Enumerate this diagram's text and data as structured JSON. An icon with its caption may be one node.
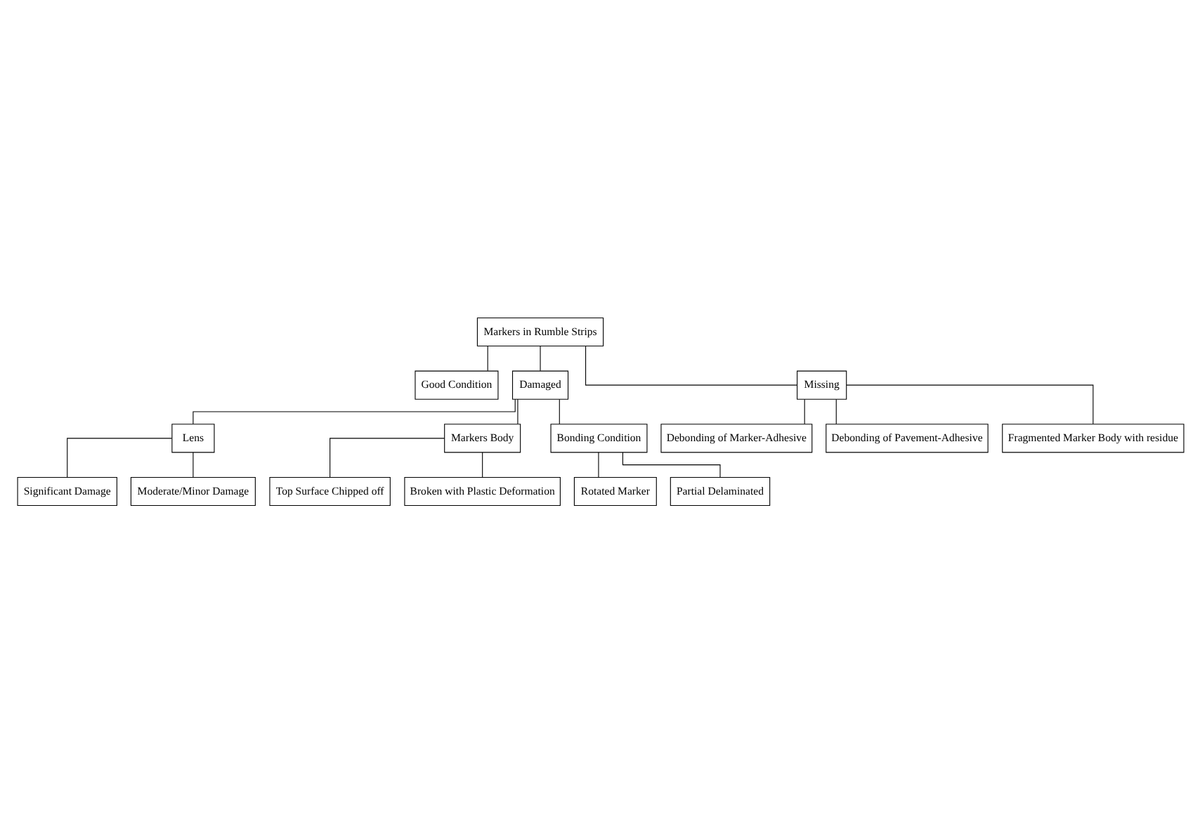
{
  "diagram": {
    "nodes": [
      {
        "text": [
          "Markers in Rumble Strips"
        ]
      },
      {
        "text": [
          "Good Condition"
        ]
      },
      {
        "text": [
          "Damaged"
        ]
      },
      {
        "text": [
          "Missing"
        ]
      },
      {
        "text": [
          "Lens"
        ]
      },
      {
        "text": [
          "Markers Body"
        ]
      },
      {
        "text": [
          "Bonding Condition"
        ]
      },
      {
        "text": [
          "Significant Damage"
        ]
      },
      {
        "text": [
          "Moderate/Minor Damage"
        ]
      },
      {
        "text": [
          "Top Surface Chipped off"
        ]
      },
      {
        "text": [
          "Broken with Plastic Deformation"
        ]
      },
      {
        "text": [
          "Rotated Marker"
        ]
      },
      {
        "text": [
          "Partial Delaminated"
        ]
      },
      {
        "text": [
          "Debonding of Marker-Adhesive"
        ]
      },
      {
        "text": [
          "Debonding of Pavement-Adhesive"
        ]
      },
      {
        "text": [
          "Fragmented Marker Body with residue"
        ]
      }
    ],
    "edges": [
      {
        "from": 0,
        "to": 1,
        "arrow": "none"
      },
      {
        "from": 0,
        "to": 2,
        "arrow": "none"
      },
      {
        "from": 0,
        "to": 3,
        "arrow": "none"
      },
      {
        "from": 2,
        "to": 4,
        "arrow": "none"
      },
      {
        "from": 2,
        "to": 5,
        "arrow": "none"
      },
      {
        "from": 2,
        "to": 6,
        "arrow": "none"
      },
      {
        "from": 4,
        "to": 7,
        "arrow": "none"
      },
      {
        "from": 4,
        "to": 8,
        "arrow": "none"
      },
      {
        "from": 5,
        "to": 9,
        "arrow": "none"
      },
      {
        "from": 5,
        "to": 10,
        "arrow": "none"
      },
      {
        "from": 6,
        "to": 11,
        "arrow": "none"
      },
      {
        "from": 6,
        "to": 12,
        "arrow": "none"
      },
      {
        "from": 3,
        "to": 13,
        "arrow": "none"
      },
      {
        "from": 3,
        "to": 14,
        "arrow": "none"
      },
      {
        "from": 3,
        "to": 15,
        "arrow": "none"
      }
    ]
  }
}
